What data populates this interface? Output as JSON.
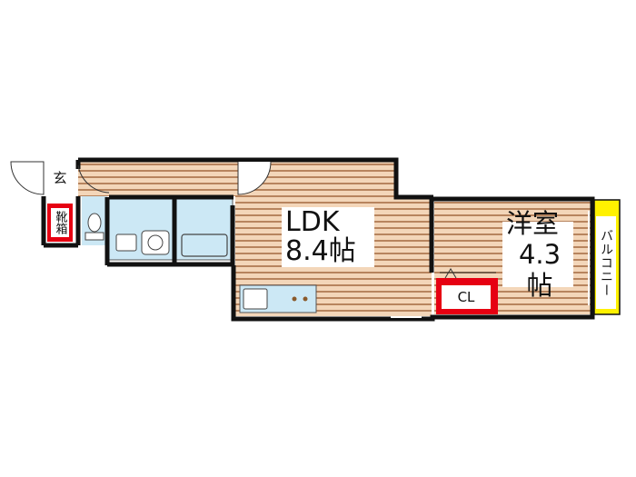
{
  "rooms": {
    "ldk": {
      "name": "LDK",
      "size": "8.4帖"
    },
    "western": {
      "name": "洋室",
      "size": "4.3帖"
    },
    "closet": {
      "name": "CL"
    },
    "entrance": {
      "name": "玄"
    },
    "shoe_box": {
      "name": "靴箱"
    },
    "balcony": {
      "name": "バルコニー"
    }
  },
  "colors": {
    "floor": "#f3d6b9",
    "floor_stripe": "#b7845e",
    "wet_area": "#cce8f5",
    "balcony": "#fff100",
    "red": "#e60012",
    "wall": "#111111"
  }
}
